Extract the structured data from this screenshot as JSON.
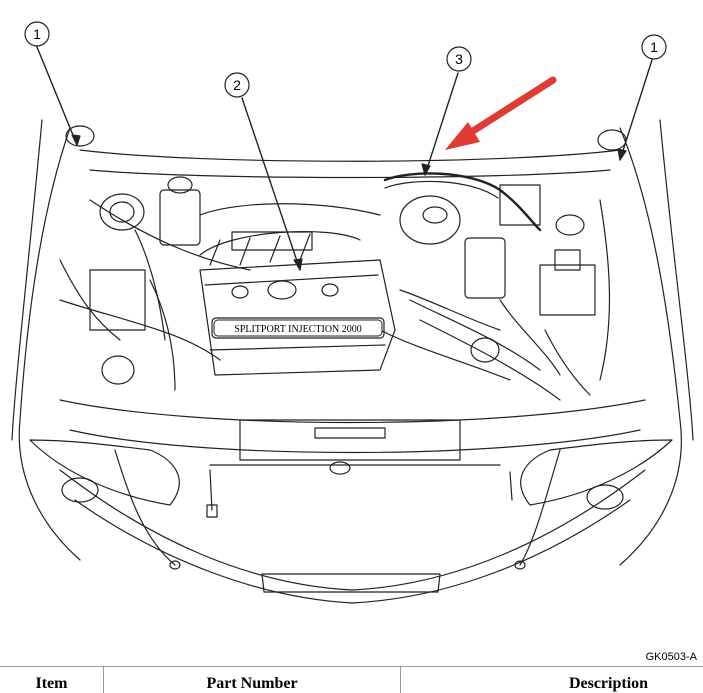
{
  "callouts": [
    {
      "number": "1"
    },
    {
      "number": "2"
    },
    {
      "number": "3"
    },
    {
      "number": "1"
    }
  ],
  "engine_cover_text": "SPLITPORT INJECTION 2000",
  "figure_code": "GK0503-A",
  "table": {
    "headers": [
      "Item",
      "Part Number",
      "Description"
    ]
  },
  "colors": {
    "arrow": "#e03a35",
    "line": "#222222",
    "background": "#ffffff"
  }
}
